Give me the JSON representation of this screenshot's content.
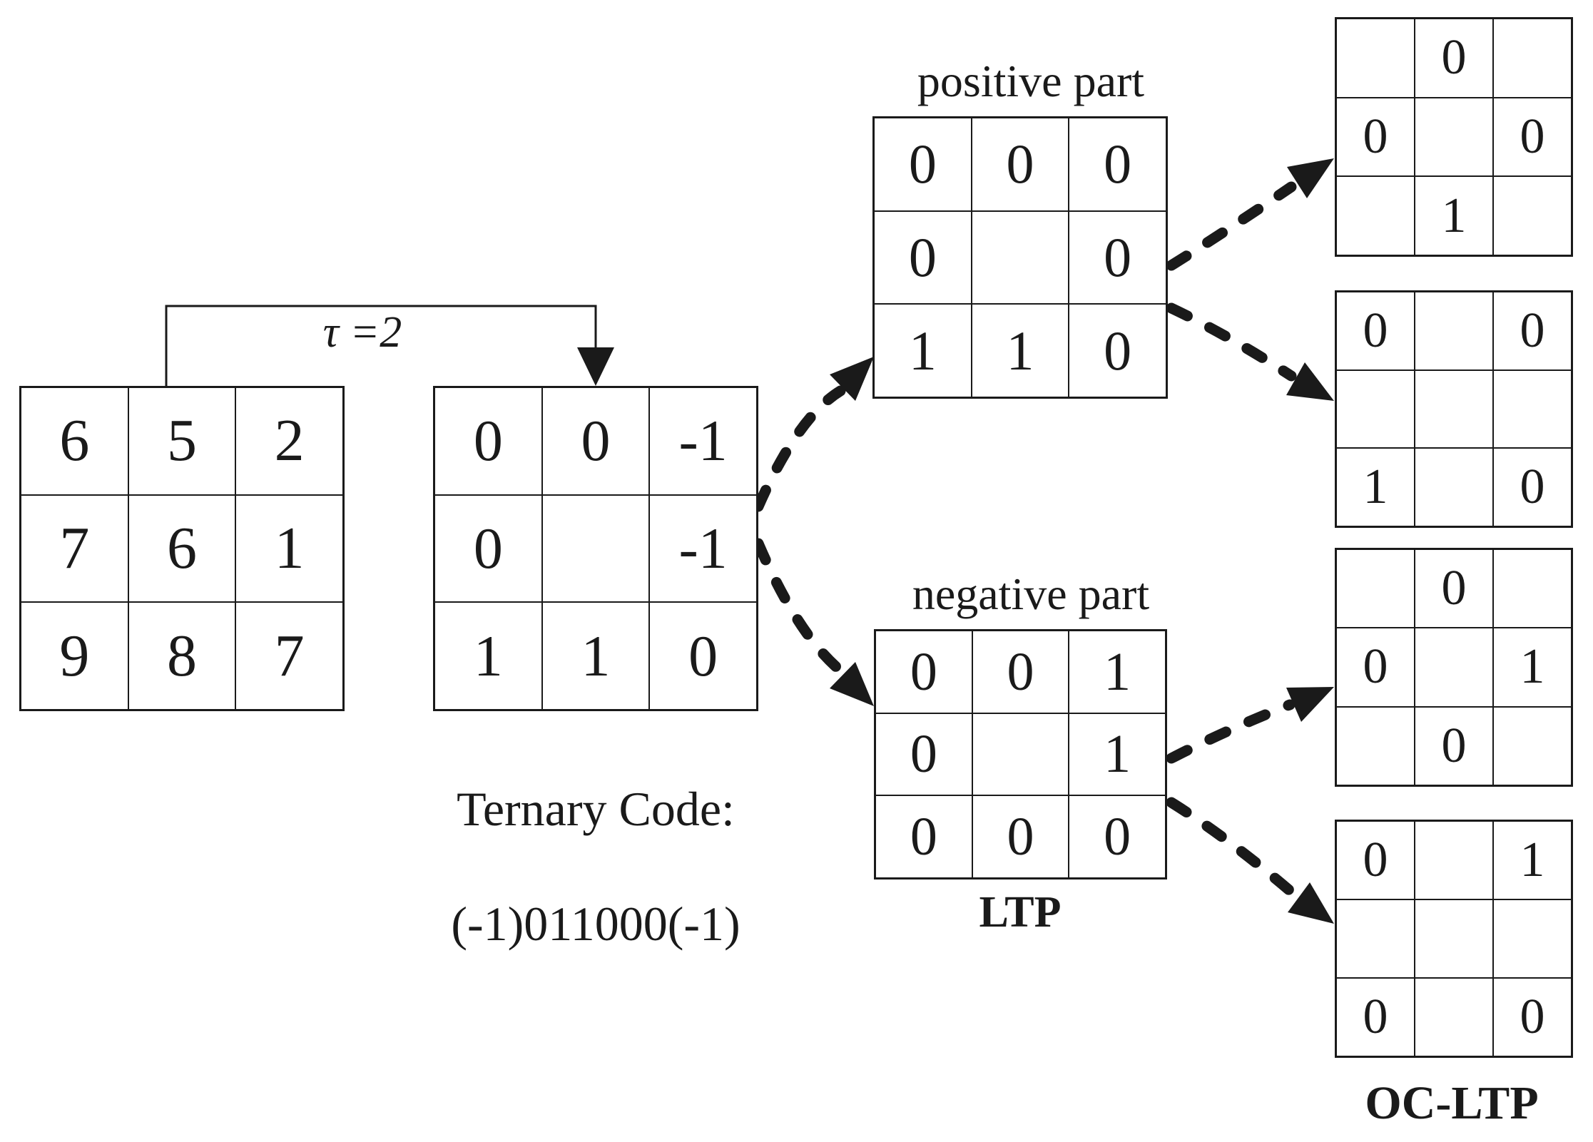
{
  "figure": {
    "colors": {
      "ink": "#1a1a1a",
      "background": "#ffffff"
    },
    "threshold_label": "τ =2",
    "source_matrix": [
      [
        "6",
        "5",
        "2"
      ],
      [
        "7",
        "6",
        "1"
      ],
      [
        "9",
        "8",
        "7"
      ]
    ],
    "ternary_matrix": [
      [
        "0",
        "0",
        "-1"
      ],
      [
        "0",
        "",
        "-1"
      ],
      [
        "1",
        "1",
        "0"
      ]
    ],
    "ternary_caption_line1": "Ternary Code:",
    "ternary_caption_line2": "(-1)011000(-1)",
    "positive_label": "positive part",
    "positive_matrix": [
      [
        "0",
        "0",
        "0"
      ],
      [
        "0",
        "",
        "0"
      ],
      [
        "1",
        "1",
        "0"
      ]
    ],
    "negative_label": "negative part",
    "negative_matrix": [
      [
        "0",
        "0",
        "1"
      ],
      [
        "0",
        "",
        "1"
      ],
      [
        "0",
        "0",
        "0"
      ]
    ],
    "ltp_label": "LTP",
    "oc_label": "OC-LTP",
    "oc_grids": [
      {
        "name": "oc-positive-cross",
        "values": [
          [
            "",
            "0",
            ""
          ],
          [
            "0",
            "",
            "0"
          ],
          [
            "",
            "1",
            ""
          ]
        ]
      },
      {
        "name": "oc-positive-diagonal",
        "values": [
          [
            "0",
            "",
            "0"
          ],
          [
            "",
            "",
            ""
          ],
          [
            "1",
            "",
            "0"
          ]
        ]
      },
      {
        "name": "oc-negative-cross",
        "values": [
          [
            "",
            "0",
            ""
          ],
          [
            "0",
            "",
            "1"
          ],
          [
            "",
            "0",
            ""
          ]
        ]
      },
      {
        "name": "oc-negative-diagonal",
        "values": [
          [
            "0",
            "",
            "1"
          ],
          [
            "",
            "",
            ""
          ],
          [
            "0",
            "",
            "0"
          ]
        ]
      }
    ]
  }
}
